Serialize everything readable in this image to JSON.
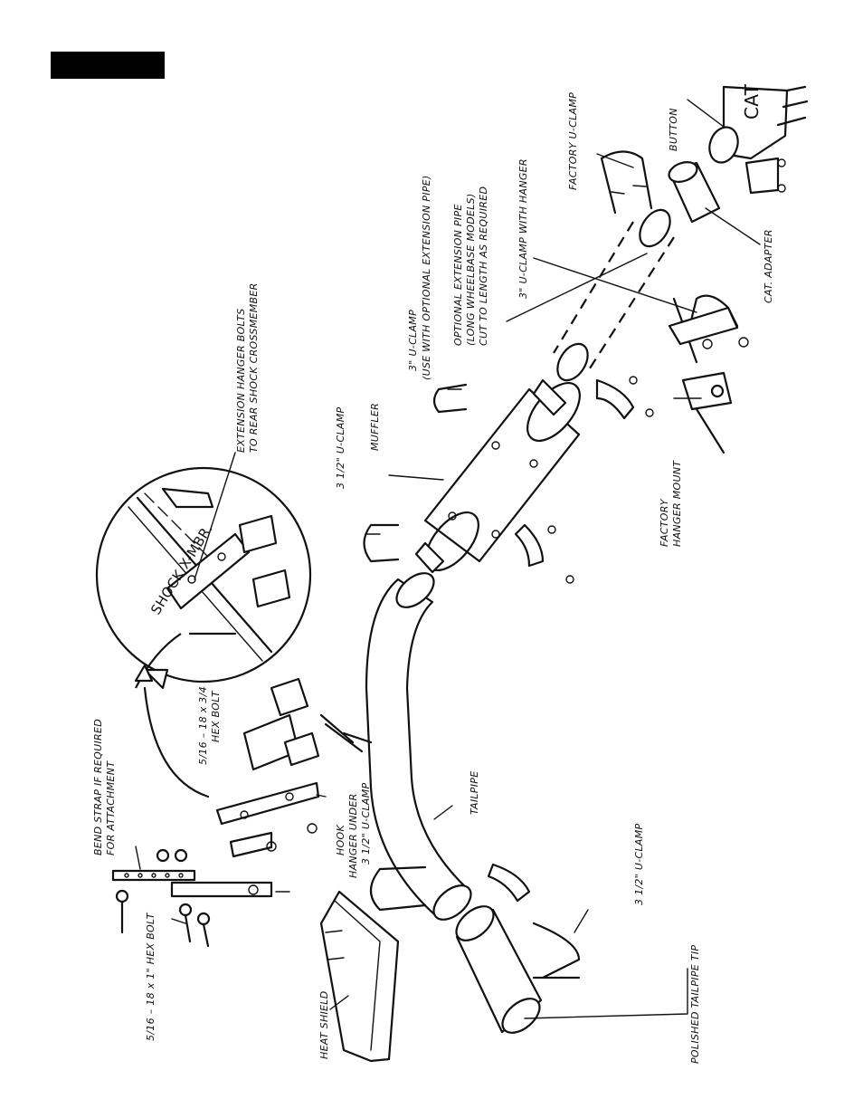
{
  "labels": {
    "cat": "CAT",
    "button": "BUTTON",
    "factory_u_clamp": "FACTORY U-CLAMP",
    "cat_adapter": "CAT. ADAPTER",
    "u_clamp_3_hanger": "3\" U-CLAMP WITH HANGER",
    "factory_hanger_mount_1": "FACTORY",
    "factory_hanger_mount_2": "HANGER MOUNT",
    "optional_ext_1": "OPTIONAL  EXTENSION PIPE",
    "optional_ext_2": "(LONG WHEELBASE MODELS)",
    "optional_ext_3": "CUT TO LENGTH AS REQUIRED",
    "u_clamp_3_opt_1": "3\" U-CLAMP",
    "u_clamp_3_opt_2": "(USE WITH OPTIONAL EXTENSION PIPE)",
    "muffler": "MUFFLER",
    "u_clamp_35_top": "3 1/2\" U-CLAMP",
    "ext_hanger_1": "EXTENSION HANGER BOLTS",
    "ext_hanger_2": "TO REAR SHOCK CROSSMEMBER",
    "shock_xmbr": "SHOCK X-MBR.",
    "hex_bolt_34_1": "5/16 – 18 x 3/4",
    "hex_bolt_34_2": "HEX BOLT",
    "bend_strap_1": "BEND STRAP IF REQUIRED",
    "bend_strap_2": "FOR ATTACHMENT",
    "hex_bolt_1": "5/16 – 18 x 1\" HEX BOLT",
    "hook_1": "HOOK",
    "hook_2": "HANGER UNDER",
    "hook_3": "3 1/2\" U-CLAMP",
    "tailpipe": "TAILPIPE",
    "u_clamp_35_bottom": "3 1/2\" U-CLAMP",
    "heat_shield": "HEAT SHIELD",
    "polished_tip": "POLISHED TAILPIPE TIP"
  }
}
